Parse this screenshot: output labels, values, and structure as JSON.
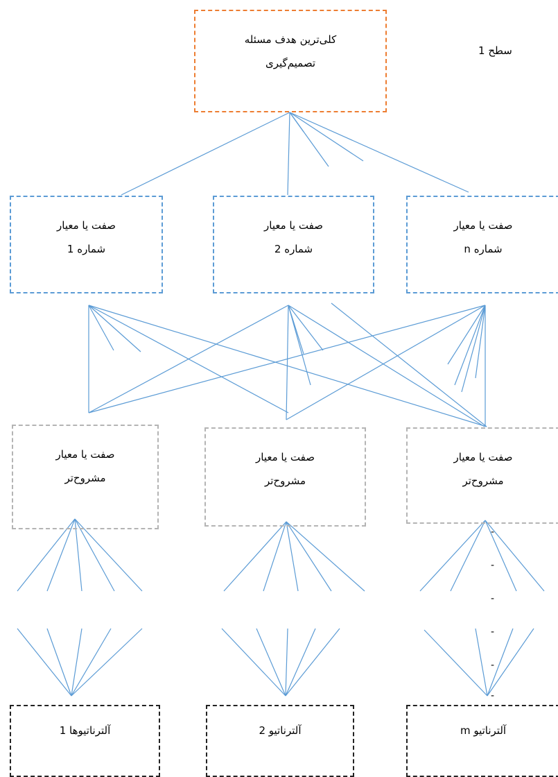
{
  "goal": {
    "line1": "کلی‌ترین هدف مسئله",
    "line2": "تصمیم‌گیری"
  },
  "level_label": "سطح 1",
  "criteria": [
    {
      "line1": "صفت یا معیار",
      "line2": "شماره 1"
    },
    {
      "line1": "صفت یا معیار",
      "line2": "شماره 2"
    },
    {
      "line1": "صفت یا معیار",
      "line2": "شماره n"
    }
  ],
  "subcriteria": [
    {
      "line1": "صفت یا معیار",
      "line2": "مشروح‌تر"
    },
    {
      "line1": "صفت یا معیار",
      "line2": "مشروح‌تر"
    },
    {
      "line1": "صفت یا معیار",
      "line2": "مشروح‌تر"
    }
  ],
  "alternatives": [
    {
      "label": "آلترناتیوها 1"
    },
    {
      "label": "آلترناتیو 2"
    },
    {
      "label": "آلترناتیو m"
    }
  ],
  "dash_mark": "-",
  "colors": {
    "goal_border": "#ed7d31",
    "criterion_border": "#5b9bd5",
    "subcriterion_border": "#b4b4b4",
    "alternative_border": "#222222",
    "connector": "#5b9bd5"
  }
}
